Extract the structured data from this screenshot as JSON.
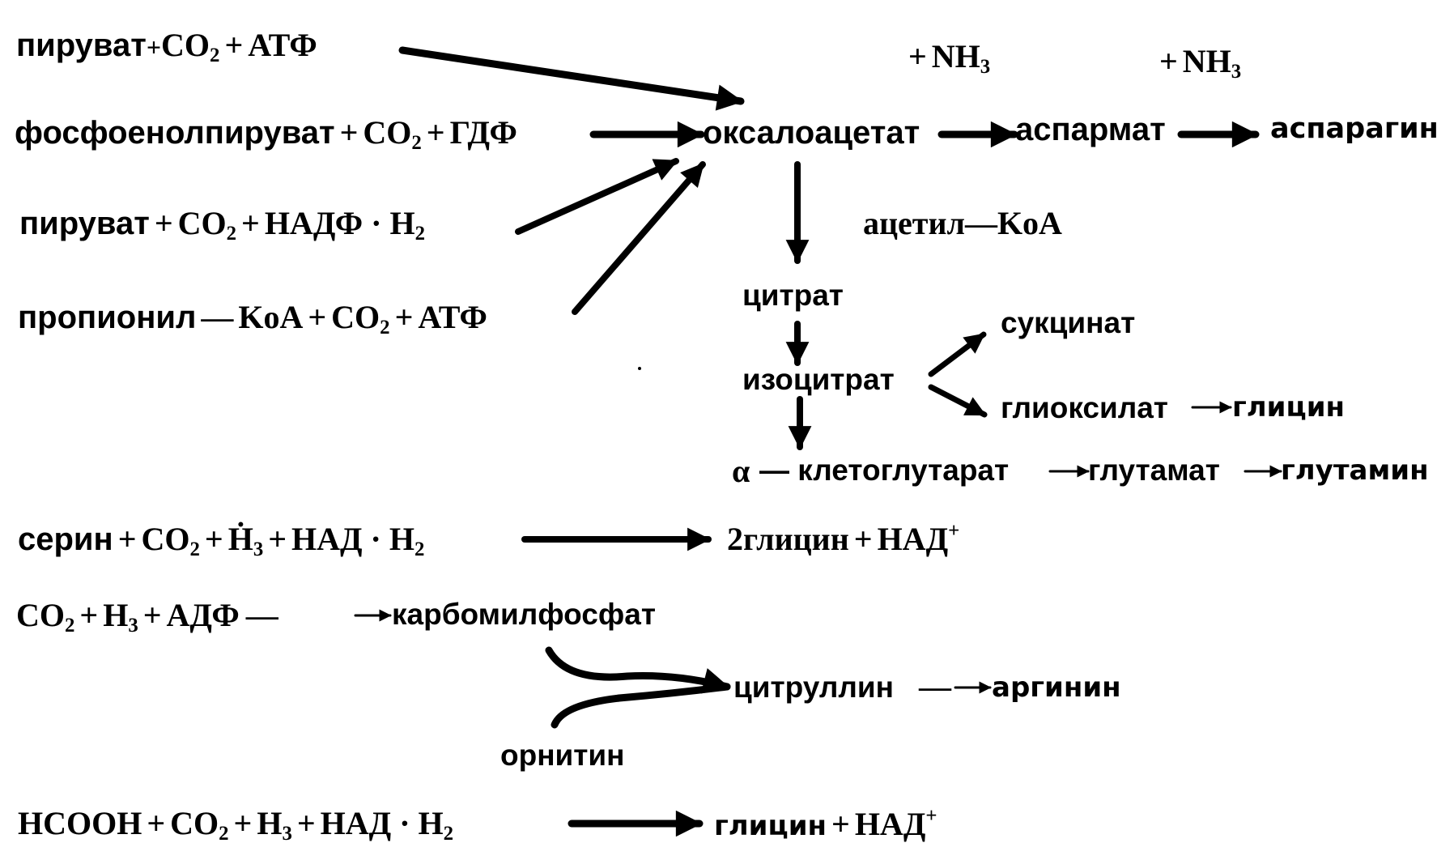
{
  "colors": {
    "ink": "#000000",
    "paper": "#ffffff"
  },
  "left": {
    "r1": {
      "a": "пируват",
      "plus1": "+",
      "co": "CO",
      "co_sub": "2",
      "plus2": "+",
      "b": "АТФ"
    },
    "r2": {
      "a": "фосфоенолпируват",
      "plus1": "+",
      "co": "CO",
      "co_sub": "2",
      "plus2": "+",
      "b": "ГДФ"
    },
    "r3": {
      "a": "пируват",
      "plus1": "+",
      "co": "CO",
      "co_sub": "2",
      "plus2": "+",
      "b": "НАДФ · Н",
      "b_sub": "2"
    },
    "r4": {
      "a": "пропионил",
      "dash": "—",
      "koa": "KoA",
      "plus1": "+",
      "co": "CO",
      "co_sub": "2",
      "plus2": "+",
      "b": "АТФ"
    }
  },
  "top_right": {
    "nh3_1": {
      "plus": "+",
      "nh": "NH",
      "sub": "3"
    },
    "nh3_2": {
      "plus": "+",
      "nh": "NH",
      "sub": "3"
    },
    "oxaloacetate": "оксалоацетат",
    "aspartate": "аспармат",
    "asparagine": "аспарагин",
    "acetyl_coa": "ацетил—KoA"
  },
  "cycle": {
    "citrate": "цитрат",
    "isocitrate": "изоцитрат",
    "succinate": "сукцинат",
    "glyoxylate": "глиоксилат",
    "glycine": "глицин",
    "alpha": "α",
    "ketoglutarate": "— клетоглутарат",
    "glutamate": "глутамат",
    "glutamine": "глутамин"
  },
  "serine_row": {
    "serine": "серин",
    "plus1": "+",
    "co": "CO",
    "co_sub": "2",
    "plus2": "+",
    "h": "Ḣ",
    "h_sub": "3",
    "plus3": "+",
    "nad": "НАД · Н",
    "nad_sub": "2",
    "product": "2глицин",
    "plus4": "+",
    "nad_plus": "НАД",
    "nad_sup": "+"
  },
  "carbamoyl_row": {
    "co": "CO",
    "co_sub": "2",
    "plus1": "+",
    "h": "H",
    "h_sub": "3",
    "plus2": "+",
    "adp": "АДФ",
    "dash": "—",
    "product": "карбомилфосфат"
  },
  "citrulline_row": {
    "citrulline": "цитруллин",
    "dash": "—",
    "arginine": "аргинин",
    "ornithine": "орнитин"
  },
  "formate_row": {
    "hcooh": "HCOOH",
    "plus1": "+",
    "co": "CO",
    "co_sub": "2",
    "plus2": "+",
    "h": "H",
    "h_sub": "3",
    "plus3": "+",
    "nad": "НАД · Н",
    "nad_sub": "2",
    "product": "глицин",
    "plus4": "+",
    "nad_plus": "НАД",
    "nad_sup": "+"
  }
}
